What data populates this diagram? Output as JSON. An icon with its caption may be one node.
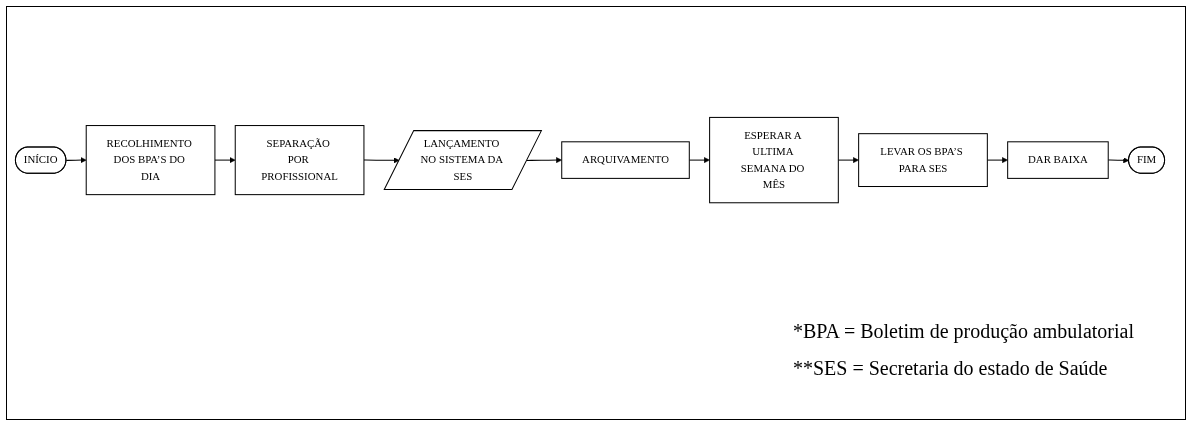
{
  "diagram": {
    "nodes": [
      {
        "text": [
          "INÍCIO"
        ]
      },
      {
        "text": [
          "RECOLHIMENTO DOS BPA’S DO DIA"
        ]
      },
      {
        "text": [
          "SEPARAÇÃO POR PROFISSIONAL"
        ]
      },
      {
        "text": [
          "LANÇAMENTO NO SISTEMA DA SES"
        ]
      },
      {
        "text": [
          "ARQUIVAMENTO"
        ]
      },
      {
        "text": [
          "ESPERAR A ULTIMA SEMANA DO MÊS"
        ]
      },
      {
        "text": [
          "LEVAR OS BPA’S PARA SES"
        ]
      },
      {
        "text": [
          "DAR BAIXA"
        ]
      },
      {
        "text": [
          "FIM"
        ]
      }
    ],
    "edges": [
      {
        "from": 0,
        "to": 1,
        "arrow": "to"
      },
      {
        "from": 1,
        "to": 2,
        "arrow": "to"
      },
      {
        "from": 2,
        "to": 3,
        "arrow": "to"
      },
      {
        "from": 3,
        "to": 4,
        "arrow": "to"
      },
      {
        "from": 4,
        "to": 5,
        "arrow": "to"
      },
      {
        "from": 5,
        "to": 6,
        "arrow": "to"
      },
      {
        "from": 6,
        "to": 7,
        "arrow": "to"
      },
      {
        "from": 7,
        "to": 8,
        "arrow": "to"
      }
    ],
    "labels": [
      "*BPA = Boletim de produção ambulatorial",
      "**SES = Secretaria do estado de Saúde"
    ]
  }
}
